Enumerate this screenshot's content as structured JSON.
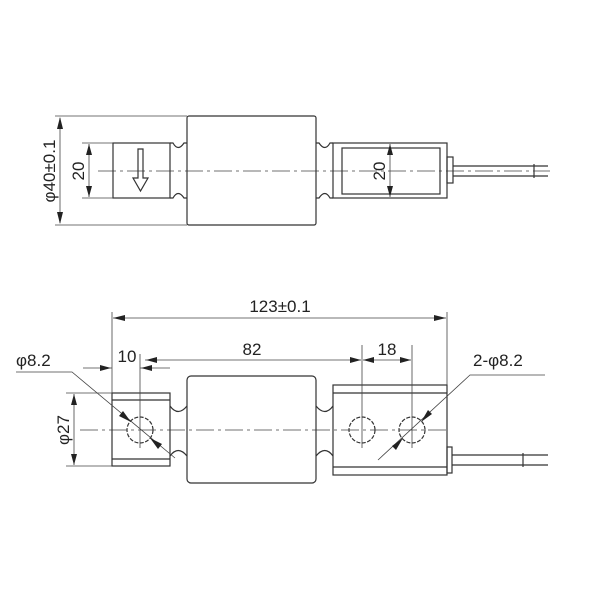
{
  "drawing": {
    "top_view": {
      "diameter_label": "φ40±0.1",
      "left_height_label": "20",
      "right_height_label": "20"
    },
    "bottom_view": {
      "length_label": "123±0.1",
      "left_offset_label": "10",
      "hole_spacing_label": "82",
      "right_hole_pitch_label": "18",
      "left_hole_label": "φ8.2",
      "right_holes_label": "2-φ8.2",
      "block_diameter_label": "φ27"
    },
    "line_color": "#333333"
  }
}
